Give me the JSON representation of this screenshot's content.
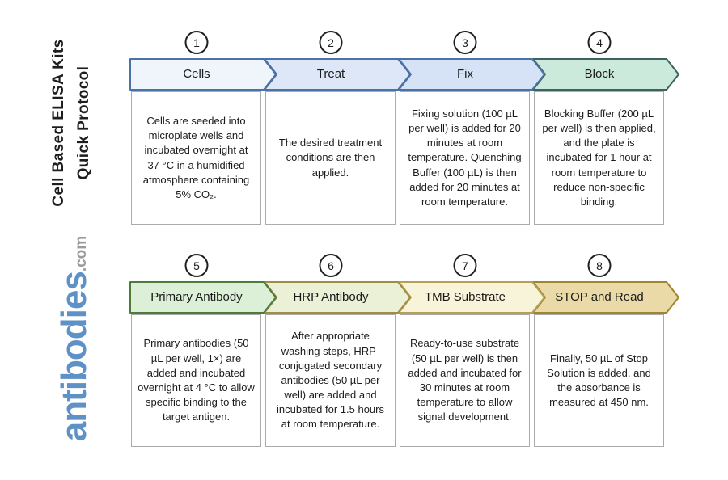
{
  "sidebar": {
    "title_line1": "Cell Based ELISA Kits",
    "title_line2": "Quick Protocol",
    "logo_text": "antibodies",
    "logo_suffix": ".com",
    "logo_color": "#5E92C6"
  },
  "steps": [
    {
      "number": "1",
      "label": "Cells",
      "description": "Cells are seeded into microplate wells and incubated overnight at 37 °C in a humidified atmosphere containing 5% CO₂.",
      "fill": "#EFF5FB",
      "border": "#4A72A4"
    },
    {
      "number": "2",
      "label": "Treat",
      "description": "The desired treatment conditions are then applied.",
      "fill": "#DEE7F7",
      "border": "#4A72A4"
    },
    {
      "number": "3",
      "label": "Fix",
      "description": "Fixing solution (100 µL per well) is added for 20 minutes at room temperature. Quenching Buffer (100 µL) is then added for 20 minutes at room temperature.",
      "fill": "#D6E2F5",
      "border": "#4A72A4"
    },
    {
      "number": "4",
      "label": "Block",
      "description": "Blocking Buffer (200 µL per well) is then applied, and the plate is incubated for 1 hour at room temperature to reduce non-specific binding.",
      "fill": "#CBEADC",
      "border": "#3E625D"
    },
    {
      "number": "5",
      "label": "Primary Antibody",
      "description": "Primary antibodies (50 µL per well, 1×) are added and incubated overnight at 4 °C to allow specific binding to the target antigen.",
      "fill": "#DCEFD7",
      "border": "#4C7B3B"
    },
    {
      "number": "6",
      "label": "HRP Antibody",
      "description": "After appropriate washing steps, HRP-conjugated secondary antibodies (50 µL per well) are added and incubated for 1.5 hours at room temperature.",
      "fill": "#EAF1D7",
      "border": "#A08C45"
    },
    {
      "number": "7",
      "label": "TMB Substrate",
      "description": "Ready-to-use substrate (50 µL per well) is then added and incubated for 30 minutes at room temperature to allow signal development.",
      "fill": "#F8F4DA",
      "border": "#B5A054"
    },
    {
      "number": "8",
      "label": "STOP and Read",
      "description": "Finally, 50 µL of Stop Solution is added, and the absorbance is measured at 450 nm.",
      "fill": "#E9DAA7",
      "border": "#A1842F"
    }
  ]
}
